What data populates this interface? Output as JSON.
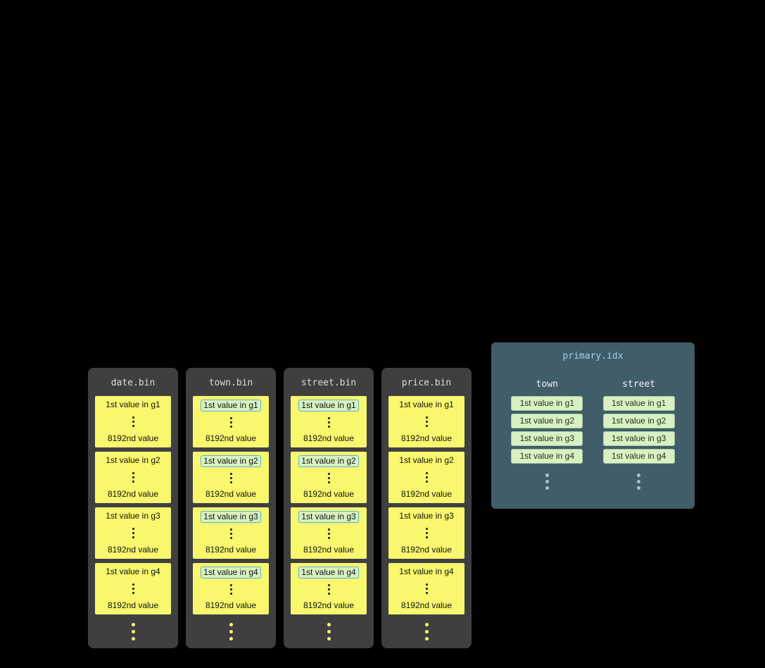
{
  "files": [
    {
      "title": "date.bin",
      "highlight_first": false,
      "granules": [
        {
          "first": "1st value in g1",
          "last": "8192nd value"
        },
        {
          "first": "1st value in g2",
          "last": "8192nd value"
        },
        {
          "first": "1st value in g3",
          "last": "8192nd value"
        },
        {
          "first": "1st value in g4",
          "last": "8192nd value"
        }
      ]
    },
    {
      "title": "town.bin",
      "highlight_first": true,
      "granules": [
        {
          "first": "1st value in g1",
          "last": "8192nd value"
        },
        {
          "first": "1st value in g2",
          "last": "8192nd value"
        },
        {
          "first": "1st value in g3",
          "last": "8192nd value"
        },
        {
          "first": "1st value in g4",
          "last": "8192nd value"
        }
      ]
    },
    {
      "title": "street.bin",
      "highlight_first": true,
      "granules": [
        {
          "first": "1st value in g1",
          "last": "8192nd value"
        },
        {
          "first": "1st value in g2",
          "last": "8192nd value"
        },
        {
          "first": "1st value in g3",
          "last": "8192nd value"
        },
        {
          "first": "1st value in g4",
          "last": "8192nd value"
        }
      ]
    },
    {
      "title": "price.bin",
      "highlight_first": false,
      "granules": [
        {
          "first": "1st value in g1",
          "last": "8192nd value"
        },
        {
          "first": "1st value in g2",
          "last": "8192nd value"
        },
        {
          "first": "1st value in g3",
          "last": "8192nd value"
        },
        {
          "first": "1st value in g4",
          "last": "8192nd value"
        }
      ]
    }
  ],
  "index": {
    "title": "primary.idx",
    "columns": [
      {
        "header": "town",
        "entries": [
          "1st value in g1",
          "1st value in g2",
          "1st value in g3",
          "1st value in g4"
        ]
      },
      {
        "header": "street",
        "entries": [
          "1st value in g1",
          "1st value in g2",
          "1st value in g3",
          "1st value in g4"
        ]
      }
    ]
  },
  "colors": {
    "bg": "#000000",
    "card_bg": "#3f3f42",
    "card_title": "#dddddd",
    "granule_bg": "#f8f76d",
    "hl_bg": "#d9f1c2",
    "hl_border": "#55b7c8",
    "idx_bg": "#405d69",
    "idx_title": "#a9cfe2",
    "idx_header": "#eef3f5",
    "idx_entry_bg": "#d9f1c2",
    "idx_entry_border": "#a8c9a0",
    "dots_blue": "#9fc6da"
  }
}
